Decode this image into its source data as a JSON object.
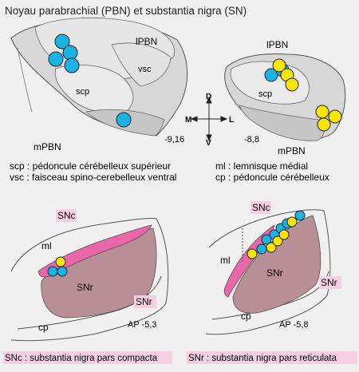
{
  "title": "Noyau parabrachial (PBN) et substantia nigra (SN)",
  "colors": {
    "outline": "#555555",
    "region_fill": "#dcdcdc",
    "region_fill_dark": "#c4c4c4",
    "snc_pink": "#e966a8",
    "snr_fill": "#b88e97",
    "label_highlight": "#f4cfe2",
    "dot_blue": "#19b3e6",
    "dot_yellow": "#f7e600"
  },
  "pbn_left": {
    "label_lpbn": "lPBN",
    "label_vsc": "vsc",
    "label_scp": "scp",
    "label_mpbn": "mPBN",
    "coordinate": "-9,16"
  },
  "pbn_right": {
    "label_lpbn": "lPBN",
    "label_scp": "scp",
    "label_mpbn": "mPBN",
    "coordinate": "-8,8"
  },
  "orientation": {
    "dorsal": "D",
    "ventral": "V",
    "medial": "M",
    "lateral": "L"
  },
  "legend_pbn": {
    "scp": "scp : pédoncule cérébelleux supérieur",
    "vsc": "vsc : faisceau spino-cerebelleux ventral",
    "ml": "ml : lemnisque médial",
    "cp": "cp : pédoncule cérébelleux"
  },
  "sn_left": {
    "label_snc": "SNc",
    "label_ml": "ml",
    "label_snr_inside": "SNr",
    "label_snr_outside": "SNr",
    "label_cp": "cp",
    "ap": "AP -5,3"
  },
  "sn_right": {
    "label_snc": "SNc",
    "label_ml": "ml",
    "label_snr_inside": "SNr",
    "label_snr_outside": "SNr",
    "label_cp": "cp",
    "ap": "AP -5,8"
  },
  "legend_sn": {
    "snc": "SNc : substantia nigra pars compacta",
    "snr": "SNr : substantia nigra pars reticulata"
  }
}
